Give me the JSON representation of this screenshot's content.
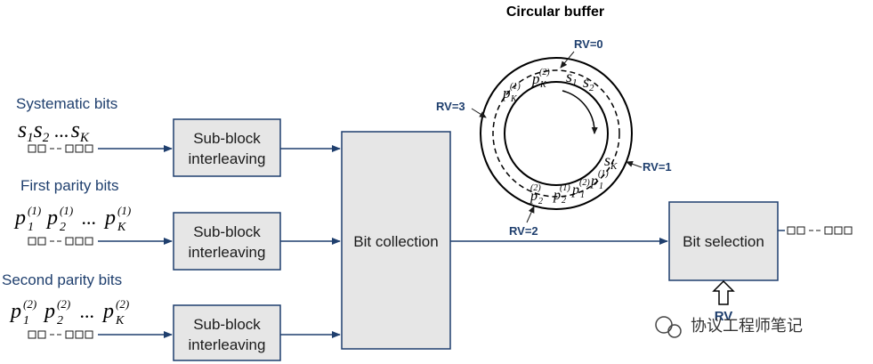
{
  "inputs": [
    {
      "label": "Systematic bits",
      "seq": [
        "s",
        "1",
        "",
        "s",
        "2",
        "",
        "...",
        "s",
        "K",
        ""
      ]
    },
    {
      "label": "First parity bits",
      "seq": [
        "p",
        "1",
        "(1)",
        "p",
        "2",
        "(1)",
        "...",
        "p",
        "K",
        "(1)"
      ]
    },
    {
      "label": "Second parity bits",
      "seq": [
        "p",
        "1",
        "(2)",
        "p",
        "2",
        "(2)",
        "...",
        "p",
        "K",
        "(2)"
      ]
    }
  ],
  "subblock": {
    "line1": "Sub-block",
    "line2": "interleaving"
  },
  "bit_collection": "Bit collection",
  "bit_selection": "Bit selection",
  "circular_buffer": {
    "title": "Circular buffer",
    "rv0": "RV=0",
    "rv1": "RV=1",
    "rv2": "RV=2",
    "rv3": "RV=3",
    "rv_input": "RV"
  },
  "watermark": "协议工程师笔记",
  "colors": {
    "accent": "#1f3f6e",
    "box_fill": "#e6e6e6"
  }
}
